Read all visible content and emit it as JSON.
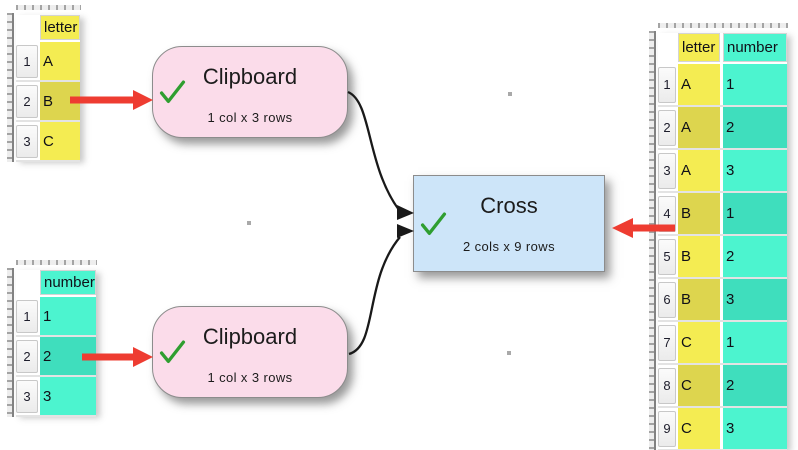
{
  "colors": {
    "yellow_light": "#f4ec52",
    "yellow_dark": "#ddd54e",
    "teal_light": "#4cf4cf",
    "teal_dark": "#3fdebd",
    "node_pink": "#fbdcea",
    "node_blue": "#cde5f9",
    "node_border": "#8c8c8c",
    "arrow_red": "#ee3c31",
    "check_green": "#2f9e30",
    "connector_black": "#191919",
    "dot_gray": "#9a9a9a"
  },
  "icons": {
    "node_status": "success-check",
    "input_pointer": "red-arrow"
  },
  "nodes": {
    "clipboard_top": {
      "title": "Clipboard",
      "subtitle": "1 col x 3 rows",
      "status": "ok"
    },
    "clipboard_bottom": {
      "title": "Clipboard",
      "subtitle": "1 col x 3 rows",
      "status": "ok"
    },
    "cross": {
      "title": "Cross",
      "subtitle": "2 cols x 9 rows",
      "status": "ok"
    }
  },
  "tables": {
    "letter_input": {
      "columns": [
        "letter"
      ],
      "rows": [
        [
          "1",
          "A"
        ],
        [
          "2",
          "B"
        ],
        [
          "3",
          "C"
        ]
      ]
    },
    "number_input": {
      "columns": [
        "number"
      ],
      "rows": [
        [
          "1",
          "1"
        ],
        [
          "2",
          "2"
        ],
        [
          "3",
          "3"
        ]
      ]
    },
    "result": {
      "columns": [
        "letter",
        "number"
      ],
      "rows": [
        [
          "1",
          "A",
          "1"
        ],
        [
          "2",
          "A",
          "2"
        ],
        [
          "3",
          "A",
          "3"
        ],
        [
          "4",
          "B",
          "1"
        ],
        [
          "5",
          "B",
          "2"
        ],
        [
          "6",
          "B",
          "3"
        ],
        [
          "7",
          "C",
          "1"
        ],
        [
          "8",
          "C",
          "2"
        ],
        [
          "9",
          "C",
          "3"
        ]
      ]
    }
  }
}
